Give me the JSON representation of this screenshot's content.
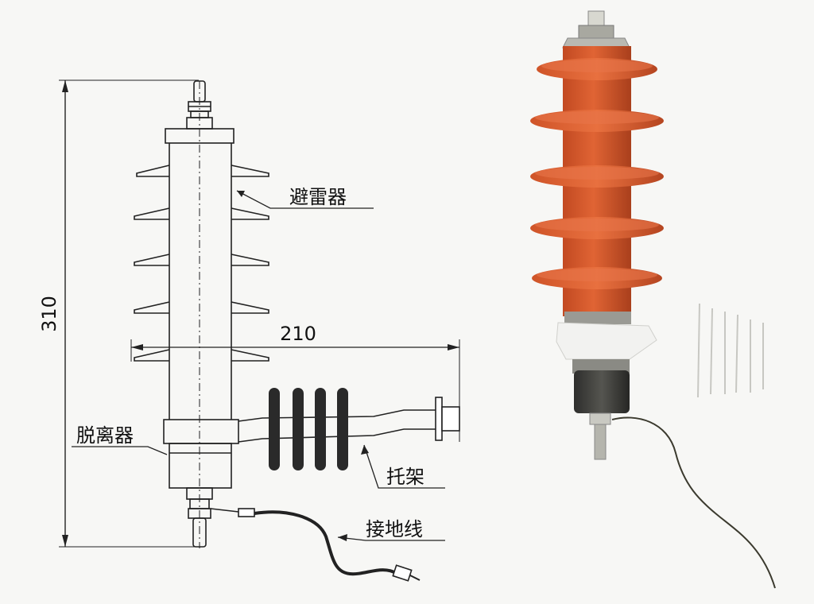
{
  "drawing": {
    "dimensions": {
      "height": "310",
      "width": "210"
    },
    "labels": {
      "arrester": "避雷器",
      "disconnector": "脱离器",
      "bracket": "托架",
      "ground_wire": "接地线"
    }
  },
  "photo": {
    "colors": {
      "housing": "#d95a2e",
      "housing_shadow": "#a93f1c",
      "cap": "#b0b0a8",
      "base_ring": "#e8e8e8",
      "disconnector": "#3a3a38",
      "wire": "#3b3a2e"
    }
  }
}
